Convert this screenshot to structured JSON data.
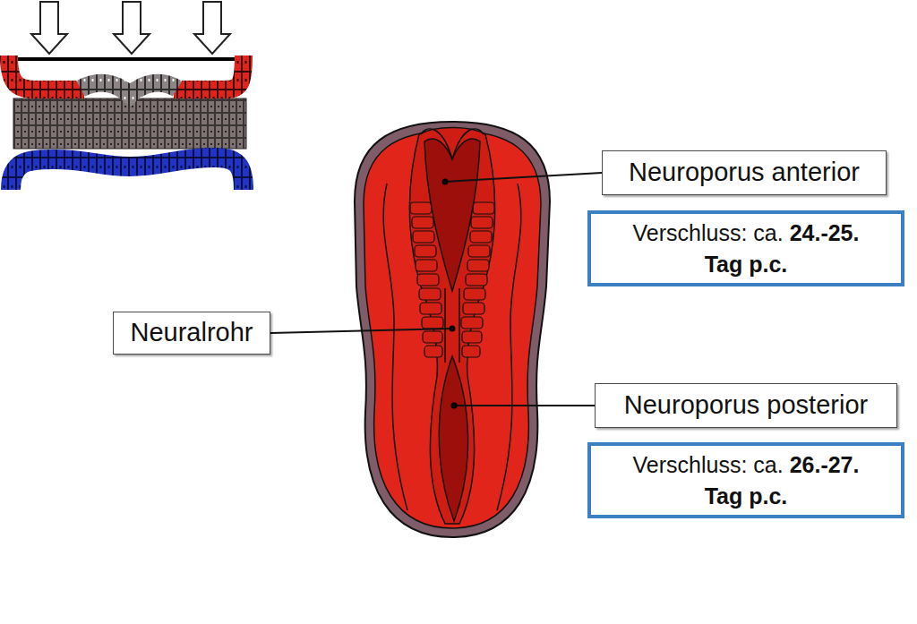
{
  "diagram": {
    "nodes": [
      {
        "text": [
          "Neuroporus anterior"
        ]
      },
      {
        "text": [
          "Verschluss: ca.",
          "24.-25.",
          "Tag p.c."
        ]
      },
      {
        "text": [
          "Neuralrohr"
        ]
      },
      {
        "text": [
          "Neuroporus posterior"
        ]
      },
      {
        "text": [
          "Verschluss: ca.",
          "26.-27.",
          "Tag p.c."
        ]
      }
    ]
  }
}
